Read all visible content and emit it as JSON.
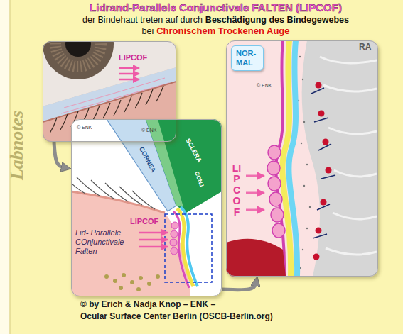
{
  "diagram": {
    "title": "Lidrand-Parallele Conjunctivale FALTEN (LIPCOF)",
    "nodes": [
      {
        "text": [
          "LIPCOF",
          "© ENK"
        ]
      },
      {
        "text": [
          "CORNEA",
          "SCLERA",
          "CONJ",
          "LIPCOF",
          "Lid- Parallele COnjunctivale Falten",
          "© ENK"
        ]
      },
      {
        "text": [
          "LIPCOF",
          "© ENK",
          "RA"
        ]
      },
      {
        "text": [
          "NOR- MAL"
        ],
        "in": 2
      }
    ],
    "edges": [
      {
        "from": 0,
        "to": 1,
        "arrow": "to"
      },
      {
        "from": 1,
        "to": 2,
        "arrow": "to"
      }
    ],
    "labels": [
      "der Bindehaut treten auf durch",
      "Beschädigung des Bindegewebes",
      "bei",
      "Chronischem Trockenen Auge",
      "© by Erich & Nadja Knop – ENK –",
      "Ocular Surface Center Berlin (OSCB-Berlin.org)",
      "Labnotes"
    ]
  }
}
